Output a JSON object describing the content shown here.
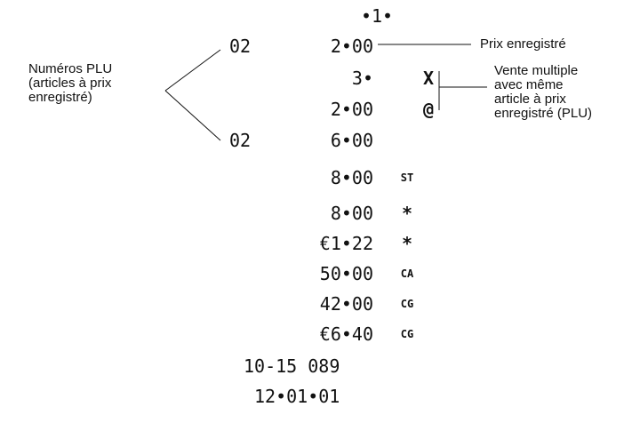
{
  "receipt": {
    "header": "•1•",
    "plu_codes": [
      "02",
      "02"
    ],
    "lines": [
      {
        "amount": "2•00",
        "symbol": ""
      },
      {
        "amount": "3•",
        "symbol": "X"
      },
      {
        "amount": "2•00",
        "symbol": "@"
      },
      {
        "amount": "6•00",
        "symbol": ""
      },
      {
        "amount": "8•00",
        "symbol": "ST"
      },
      {
        "amount": "8•00",
        "symbol": "*"
      },
      {
        "amount": "€1•22",
        "symbol": "*"
      },
      {
        "amount": "50•00",
        "symbol": "CA"
      },
      {
        "amount": "42•00",
        "symbol": "CG"
      },
      {
        "amount": "€6•40",
        "symbol": "CG"
      }
    ],
    "footer": [
      "10-15 089",
      "12•01•01"
    ]
  },
  "annotations": {
    "plu_numbers": "Numéros PLU\n(articles à prix\nenregistré)",
    "preset_price": "Prix enregistré",
    "multiple_sale": "Vente multiple\navec même\narticle à prix\nenregistré (PLU)"
  }
}
